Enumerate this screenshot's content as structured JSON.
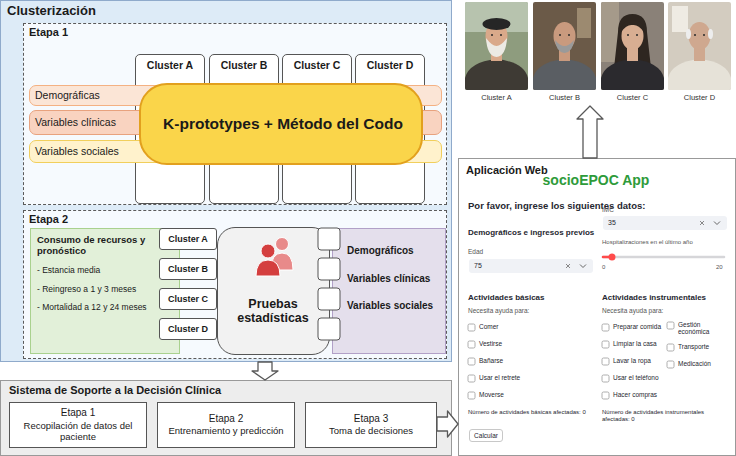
{
  "diagram": {
    "nodes": [
      {
        "text": [
          "Clusterización"
        ]
      },
      {
        "text": [
          "Etapa 1"
        ],
        "in": 0
      },
      {
        "text": [
          "Cluster A"
        ],
        "in": 1
      },
      {
        "text": [
          "Cluster B"
        ],
        "in": 1
      },
      {
        "text": [
          "Cluster C"
        ],
        "in": 1
      },
      {
        "text": [
          "Cluster D"
        ],
        "in": 1
      },
      {
        "text": [
          "Demográficas"
        ],
        "in": 1
      },
      {
        "text": [
          "Variables clínicas"
        ],
        "in": 1
      },
      {
        "text": [
          "Variables sociales"
        ],
        "in": 1
      },
      {
        "text": [
          "K-prototypes + Método del Codo"
        ],
        "in": 1
      },
      {
        "text": [
          "Etapa 2"
        ],
        "in": 0
      },
      {
        "text": [
          "Consumo de recursos y pronóstico",
          "- Estancia media",
          "- Reingreso a 1 y 3 meses",
          "- Mortalidad a 12 y 24 meses"
        ],
        "in": 10
      },
      {
        "text": [
          "Cluster A"
        ],
        "in": 10
      },
      {
        "text": [
          "Cluster B"
        ],
        "in": 10
      },
      {
        "text": [
          "Cluster C"
        ],
        "in": 10
      },
      {
        "text": [
          "Cluster D"
        ],
        "in": 10
      },
      {
        "text": [
          "Pruebas estadísticas"
        ],
        "in": 10
      },
      {
        "text": [
          "Demográficos",
          "Variables clínicas",
          "Variables sociales"
        ],
        "in": 10
      },
      {
        "text": [
          "Sistema de Soporte a la Decisión Clínica"
        ]
      },
      {
        "text": [
          "Etapa 1",
          "Recopilación de datos del paciente"
        ],
        "in": 18
      },
      {
        "text": [
          "Etapa 2",
          "Entrenamiento y predicción"
        ],
        "in": 18
      },
      {
        "text": [
          "Etapa 3",
          "Toma de decisiones"
        ],
        "in": 18
      },
      {
        "text": [
          "Cluster A"
        ]
      },
      {
        "text": [
          "Cluster B"
        ]
      },
      {
        "text": [
          "Cluster C"
        ]
      },
      {
        "text": [
          "Cluster D"
        ]
      },
      {
        "text": [
          "Aplicación Web"
        ]
      },
      {
        "text": [
          "35"
        ],
        "in": 26
      },
      {
        "text": [
          "75"
        ],
        "in": 26
      },
      {
        "text": [
          "Calcular"
        ],
        "in": 26
      }
    ],
    "edges": [
      {
        "from": 0,
        "to": 18,
        "arrow": "to"
      },
      {
        "from": 21,
        "to": 26,
        "arrow": "to"
      },
      {
        "from": 26,
        "to": 23,
        "arrow": "to"
      }
    ],
    "labels": [
      "socioEPOC App",
      "Por favor, ingrese los siguientes datos:",
      "IMC",
      "Demográficos e ingresos previos",
      "Hospitalizaciones en el último año",
      "Edad",
      "0",
      "20",
      "Actividades básicas",
      "Actividades instrumentales",
      "Necesita ayuda para:",
      "Necesita ayuda para:",
      "Comer",
      "Preparar comida",
      "Gestión económica",
      "Vestirse",
      "Limpiar la casa",
      "Transporte",
      "Bañarse",
      "Lavar la ropa",
      "Medicación",
      "Usar el retrete",
      "Usar el teléfono",
      "Moverse",
      "Hacer compras",
      "Número de actividades básicas afectadas: 0",
      "Número de actividades instrumentales afectadas: 0"
    ]
  }
}
